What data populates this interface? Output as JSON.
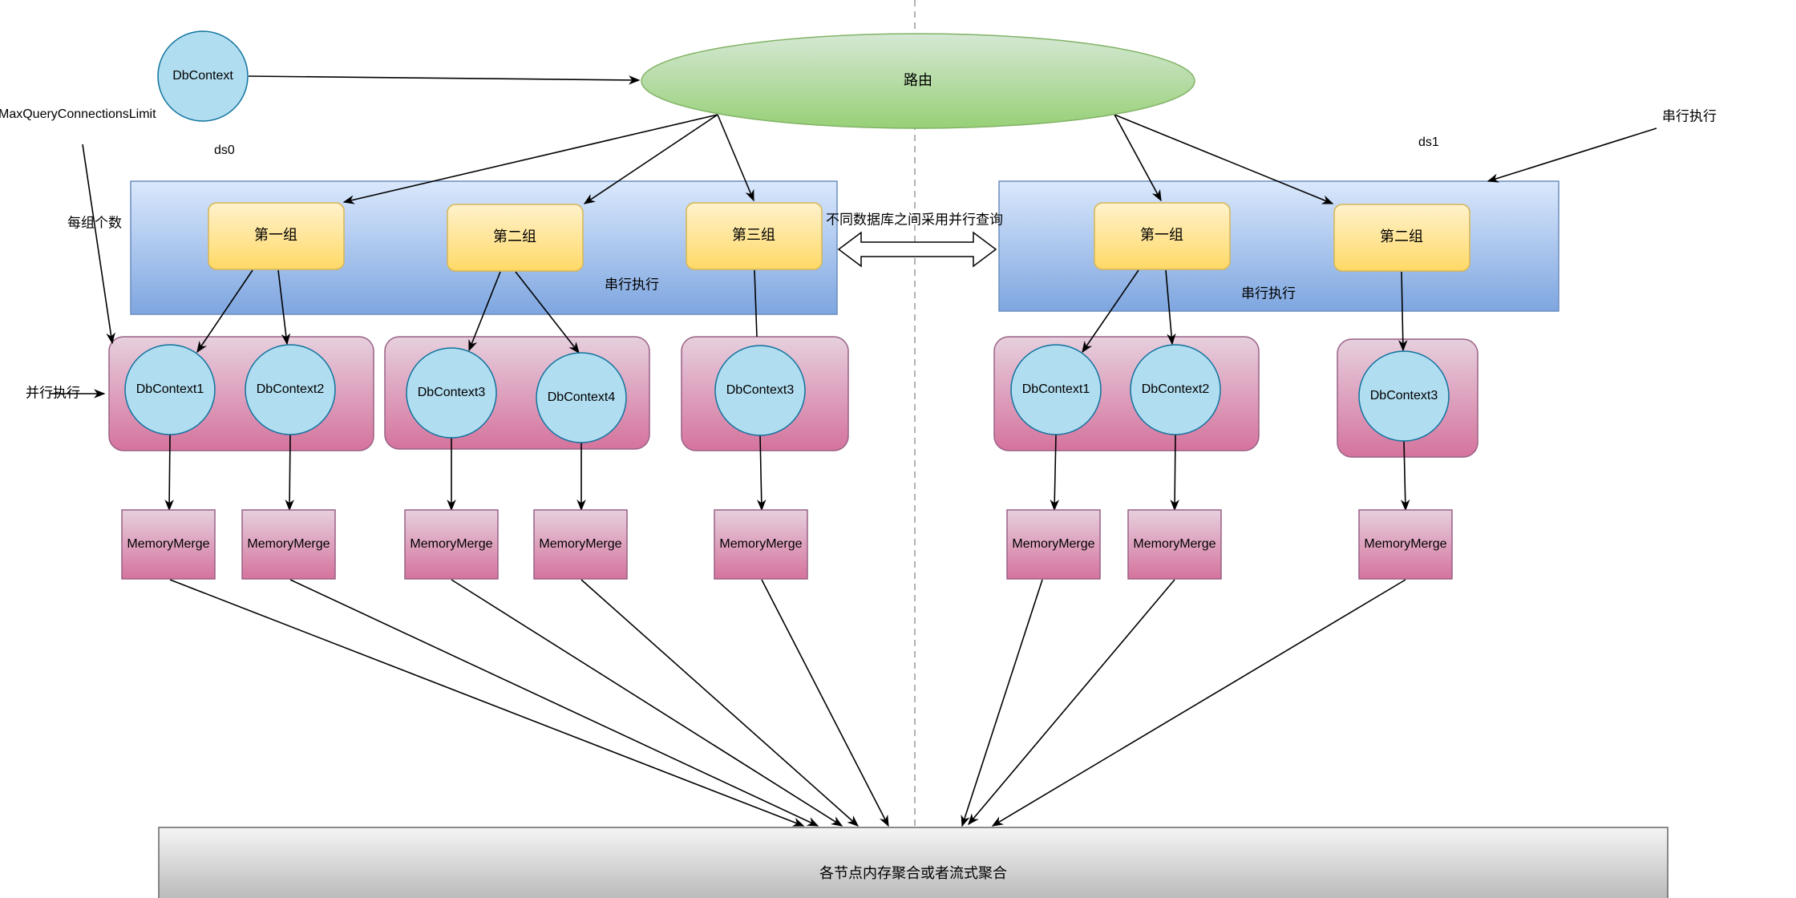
{
  "router": {
    "label": "路由"
  },
  "dbcontext_top": {
    "label": "DbContext"
  },
  "labels": {
    "max_query": "MaxQueryConnectionsLimit",
    "per_group": "每组个数",
    "parallel_exec": "并行执行",
    "ds0": "ds0",
    "ds1": "ds1",
    "serial_exec_ds0": "串行执行",
    "serial_exec_ds1": "串行执行",
    "serial_exec_top_right": "串行执行",
    "cross_db_parallel": "不同数据库之间采用并行查询"
  },
  "ds0": {
    "groups": [
      "第一组",
      "第二组",
      "第三组"
    ],
    "contexts": [
      "DbContext1",
      "DbContext2",
      "DbContext3",
      "DbContext4",
      "DbContext3"
    ],
    "merges": [
      "MemoryMerge",
      "MemoryMerge",
      "MemoryMerge",
      "MemoryMerge",
      "MemoryMerge"
    ]
  },
  "ds1": {
    "groups": [
      "第一组",
      "第二组"
    ],
    "contexts": [
      "DbContext1",
      "DbContext2",
      "DbContext3"
    ],
    "merges": [
      "MemoryMerge",
      "MemoryMerge",
      "MemoryMerge"
    ]
  },
  "aggregate": {
    "label": "各节点内存聚合或者流式聚合"
  },
  "colors": {
    "router_fill_top": "#d5e8d4",
    "router_fill_bottom": "#97d077",
    "router_stroke": "#82b366",
    "circle_fill": "#b1ddf0",
    "circle_stroke": "#10739e",
    "group_fill_top": "#fff2cc",
    "group_fill_bottom": "#ffd966",
    "group_stroke": "#d6b656",
    "ds_fill_top": "#dae8fc",
    "ds_fill_bottom": "#7ea6e0",
    "ds_stroke": "#6c8ebf",
    "pink_fill_top": "#e6d0de",
    "pink_fill_bottom": "#d5739d",
    "pink_stroke": "#996185",
    "aggregate_fill_top": "#f5f5f5",
    "aggregate_fill_bottom": "#b3b3b3",
    "aggregate_stroke": "#666666"
  }
}
